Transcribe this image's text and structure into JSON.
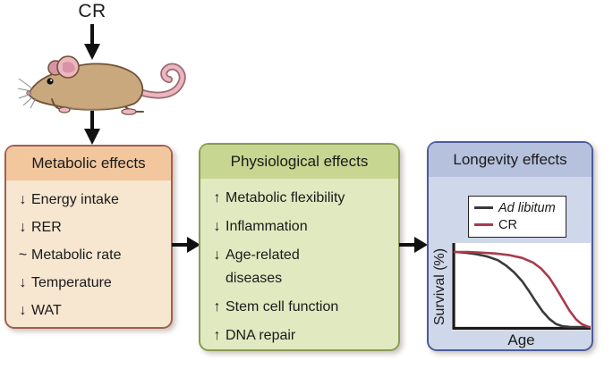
{
  "top": {
    "cr_label": "CR"
  },
  "boxes": {
    "metabolic": {
      "title": "Metabolic effects",
      "items": [
        {
          "symbol": "↓",
          "text": "Energy intake"
        },
        {
          "symbol": "↓",
          "text": "RER"
        },
        {
          "symbol": "~",
          "text": "Metabolic rate"
        },
        {
          "symbol": "↓",
          "text": "Temperature"
        },
        {
          "symbol": "↓",
          "text": "WAT"
        }
      ],
      "colors": {
        "border": "#a2604e",
        "header": "#f2c79e",
        "body": "#f7e6d0"
      }
    },
    "physiological": {
      "title": "Physiological effects",
      "items": [
        {
          "symbol": "↑",
          "text": "Metabolic flexibility"
        },
        {
          "symbol": "↓",
          "text": "Inflammation"
        },
        {
          "symbol": "↓",
          "text": "Age-related diseases"
        },
        {
          "symbol": "↑",
          "text": "Stem cell function"
        },
        {
          "symbol": "↑",
          "text": "DNA repair"
        }
      ],
      "colors": {
        "border": "#8a9b52",
        "header": "#c7d691",
        "body": "#e0e9c0"
      }
    },
    "longevity": {
      "title": "Longevity effects",
      "colors": {
        "border": "#4b5c9b",
        "header": "#b6c1de",
        "body": "#cfd8ea"
      }
    }
  },
  "chart_data": {
    "type": "line",
    "title": "",
    "xlabel": "Age",
    "ylabel": "Survival (%)",
    "x_range": [
      0,
      100
    ],
    "y_range": [
      0,
      100
    ],
    "grid": false,
    "legend_position": "top",
    "axis_color": "#1a1a1a",
    "series": [
      {
        "name": "Ad libitum",
        "color": "#3a3a3a",
        "italic": true,
        "x": [
          0,
          8,
          16,
          24,
          32,
          38,
          44,
          50,
          55,
          60,
          65,
          70,
          75,
          80,
          86,
          100
        ],
        "y": [
          100,
          99,
          97,
          94,
          89,
          82,
          73,
          61,
          48,
          34,
          21,
          11,
          4,
          1,
          0,
          0
        ]
      },
      {
        "name": "CR",
        "color": "#a93b4b",
        "italic": false,
        "x": [
          0,
          10,
          20,
          30,
          40,
          50,
          58,
          64,
          70,
          75,
          80,
          85,
          90,
          94,
          98,
          100
        ],
        "y": [
          100,
          100,
          99,
          98,
          96,
          92,
          86,
          78,
          66,
          52,
          37,
          22,
          10,
          4,
          1,
          0
        ]
      }
    ]
  }
}
